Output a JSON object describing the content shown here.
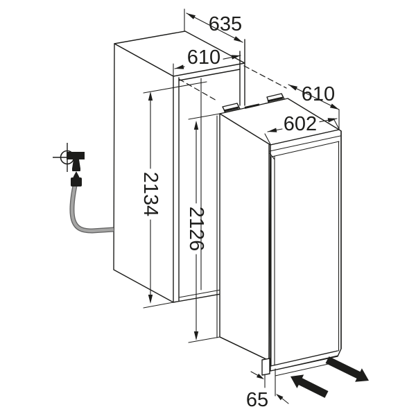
{
  "diagram": {
    "type": "appliance-installation-dimension-drawing",
    "dimensions": {
      "niche_depth_total": "635",
      "niche_width": "610",
      "niche_height": "2134",
      "appliance_depth": "610",
      "appliance_width": "602",
      "appliance_height": "2126",
      "plinth_recess": "65"
    },
    "icons": {
      "water_connection": "water-tap-with-crosshair",
      "water_drop": "drop",
      "hose": "water-supply-hose",
      "slide_out": "pull-out-arrow",
      "slide_in": "push-in-arrow"
    },
    "colors": {
      "line": "#1d1d1b",
      "hose_fill": "#9d9d9c",
      "arrow_fill": "#1d1d1b",
      "background": "#ffffff"
    }
  }
}
